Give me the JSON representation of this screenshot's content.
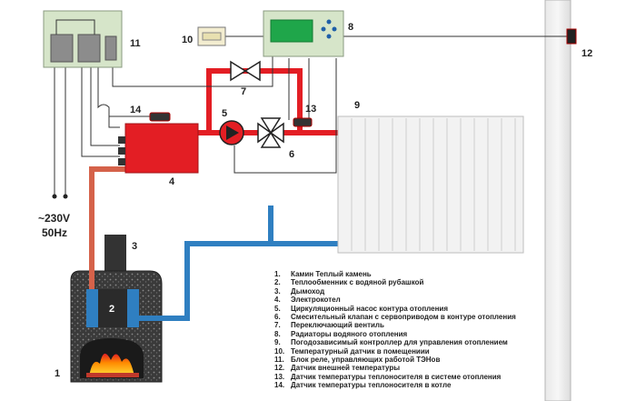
{
  "numbers": [
    "1",
    "2",
    "3",
    "4",
    "5",
    "6",
    "7",
    "8",
    "9",
    "10",
    "11",
    "12",
    "13",
    "14"
  ],
  "power": {
    "line1": "~230V",
    "line2": "50Hz"
  },
  "legend": [
    {
      "num": "1.",
      "text": "Камин Теплый камень"
    },
    {
      "num": "2.",
      "text": "Теплообменник с водяной рубашкой"
    },
    {
      "num": "3.",
      "text": "Дымоход"
    },
    {
      "num": "4.",
      "text": "Электрокотел"
    },
    {
      "num": "5.",
      "text": "Циркуляционный насос контура отопления"
    },
    {
      "num": "6.",
      "text": "Смесительный клапан с сервоприводом в контуре отопления"
    },
    {
      "num": "7.",
      "text": "Переключающий вентиль"
    },
    {
      "num": "8.",
      "text": "Радиаторы водяного отопления"
    },
    {
      "num": "9.",
      "text": "Погодозависимый контроллер для управления отоплением"
    },
    {
      "num": "10.",
      "text": "Температурный датчик в помещениии"
    },
    {
      "num": "11.",
      "text": "Блок реле, управляющих работой ТЭНов"
    },
    {
      "num": "12.",
      "text": "Датчик внешней температуры"
    },
    {
      "num": "13.",
      "text": "Датчик температуры теплоносителя в системе отопления"
    },
    {
      "num": "14.",
      "text": "Датчик температуры теплоносителя в котле"
    }
  ],
  "colors": {
    "hot_pipe": "#e31e24",
    "cold_pipe": "#2f7fc1",
    "boiler": "#e31e24",
    "controller": "#d6e5c9",
    "display": "#1fa64a"
  }
}
